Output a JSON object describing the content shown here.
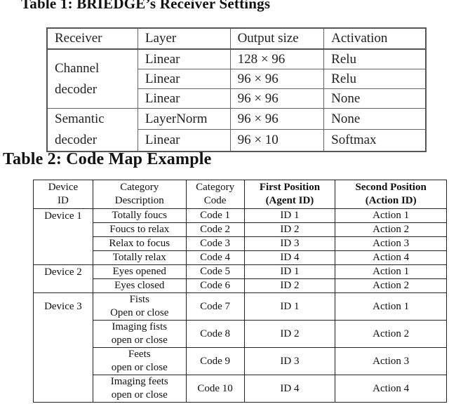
{
  "table1": {
    "caption": "Table 1: BRIEDGE’s Receiver Settings",
    "headers": [
      "Receiver",
      "Layer",
      "Output size",
      "Activation"
    ],
    "groups": [
      {
        "label_line1": "Channel",
        "label_line2": "decoder",
        "rows": [
          {
            "layer": "Linear",
            "output": "128 × 96",
            "activation": "Relu"
          },
          {
            "layer": "Linear",
            "output": "96 × 96",
            "activation": "Relu"
          },
          {
            "layer": "Linear",
            "output": "96 × 96",
            "activation": "None"
          }
        ]
      },
      {
        "label_line1": "Semantic",
        "label_line2": "decoder",
        "rows": [
          {
            "layer": "LayerNorm",
            "output": "96 × 96",
            "activation": "None"
          },
          {
            "layer": "Linear",
            "output": "96 × 10",
            "activation": "Softmax"
          }
        ]
      }
    ]
  },
  "table2": {
    "caption": "Table 2: Code Map Example",
    "headers": [
      {
        "line1": "Device",
        "line2": "ID"
      },
      {
        "line1": "Category",
        "line2": "Description"
      },
      {
        "line1": "Category",
        "line2": "Code"
      },
      {
        "line1": "First Position",
        "line2": "(Agent ID)"
      },
      {
        "line1": "Second Position",
        "line2": "(Action ID)"
      }
    ],
    "devices": [
      {
        "id": "Device 1",
        "rows": [
          {
            "desc1": "Totally foucs",
            "desc2": "",
            "code": "Code 1",
            "agent": "ID 1",
            "action": "Action 1"
          },
          {
            "desc1": "Foucs to relax",
            "desc2": "",
            "code": "Code 2",
            "agent": "ID 2",
            "action": "Action 2"
          },
          {
            "desc1": "Relax to focus",
            "desc2": "",
            "code": "Code 3",
            "agent": "ID 3",
            "action": "Action 3"
          },
          {
            "desc1": "Totally relax",
            "desc2": "",
            "code": "Code 4",
            "agent": "ID 4",
            "action": "Action 4"
          }
        ]
      },
      {
        "id": "Device 2",
        "rows": [
          {
            "desc1": "Eyes opened",
            "desc2": "",
            "code": "Code 5",
            "agent": "ID 1",
            "action": "Action 1"
          },
          {
            "desc1": "Eyes closed",
            "desc2": "",
            "code": "Code 6",
            "agent": "ID 2",
            "action": "Action 2"
          }
        ]
      },
      {
        "id": "Device 3",
        "rows": [
          {
            "desc1": "Fists",
            "desc2": "Open or close",
            "code": "Code 7",
            "agent": "ID 1",
            "action": "Action 1"
          },
          {
            "desc1": "Imaging fists",
            "desc2": "open or close",
            "code": "Code 8",
            "agent": "ID 2",
            "action": "Action 2"
          },
          {
            "desc1": "Feets",
            "desc2": "open or close",
            "code": "Code 9",
            "agent": "ID 3",
            "action": "Action 3"
          },
          {
            "desc1": "Imaging feets",
            "desc2": "open or close",
            "code": "Code 10",
            "agent": "ID 4",
            "action": "Action 4"
          }
        ]
      }
    ]
  }
}
